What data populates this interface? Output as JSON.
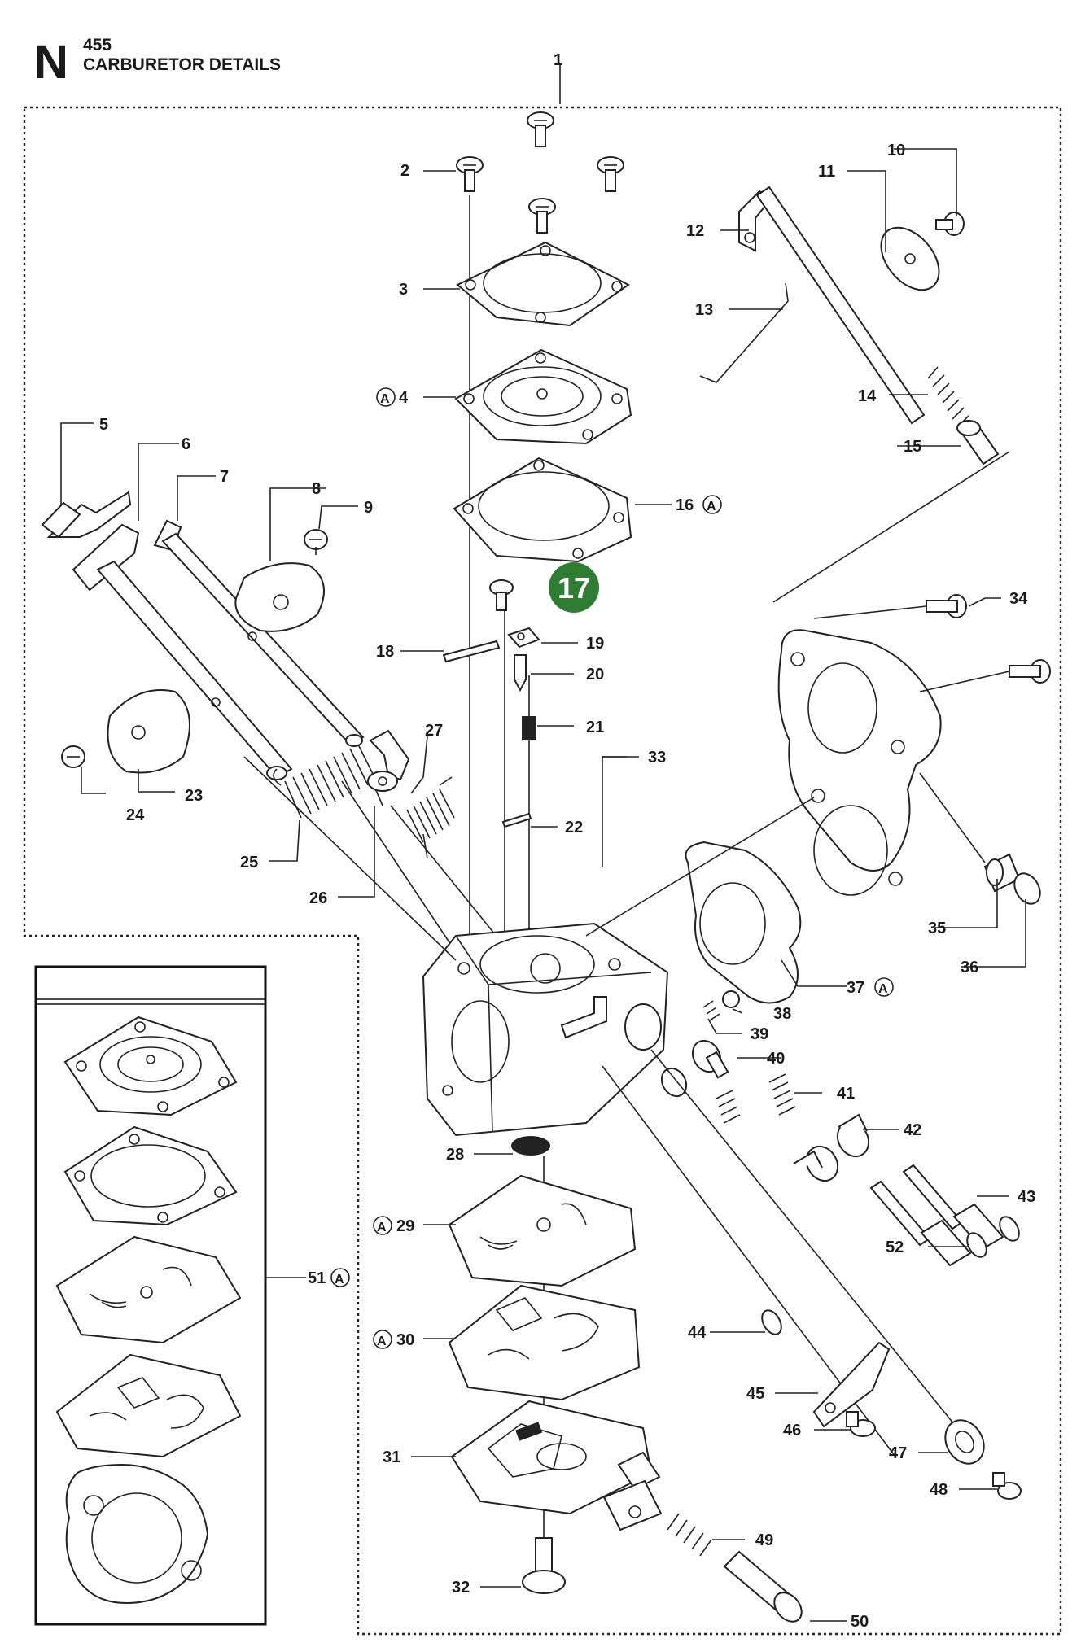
{
  "header": {
    "section_letter": "N",
    "model": "455",
    "title": "CARBURETOR DETAILS"
  },
  "highlight": {
    "number": "17",
    "color": "#2e7d32"
  },
  "circle_mark": "A",
  "callouts": [
    {
      "id": "1",
      "text": "1"
    },
    {
      "id": "2",
      "text": "2"
    },
    {
      "id": "3",
      "text": "3"
    },
    {
      "id": "4",
      "text": "4"
    },
    {
      "id": "5",
      "text": "5"
    },
    {
      "id": "6",
      "text": "6"
    },
    {
      "id": "7",
      "text": "7"
    },
    {
      "id": "8",
      "text": "8"
    },
    {
      "id": "9",
      "text": "9"
    },
    {
      "id": "10",
      "text": "10"
    },
    {
      "id": "11",
      "text": "11"
    },
    {
      "id": "12",
      "text": "12"
    },
    {
      "id": "13",
      "text": "13"
    },
    {
      "id": "14",
      "text": "14"
    },
    {
      "id": "15",
      "text": "15"
    },
    {
      "id": "16",
      "text": "16"
    },
    {
      "id": "18",
      "text": "18"
    },
    {
      "id": "19",
      "text": "19"
    },
    {
      "id": "20",
      "text": "20"
    },
    {
      "id": "21",
      "text": "21"
    },
    {
      "id": "22",
      "text": "22"
    },
    {
      "id": "23",
      "text": "23"
    },
    {
      "id": "24",
      "text": "24"
    },
    {
      "id": "25",
      "text": "25"
    },
    {
      "id": "26",
      "text": "26"
    },
    {
      "id": "27",
      "text": "27"
    },
    {
      "id": "28",
      "text": "28"
    },
    {
      "id": "29",
      "text": "29"
    },
    {
      "id": "30",
      "text": "30"
    },
    {
      "id": "31",
      "text": "31"
    },
    {
      "id": "32",
      "text": "32"
    },
    {
      "id": "33",
      "text": "33"
    },
    {
      "id": "34",
      "text": "34"
    },
    {
      "id": "35",
      "text": "35"
    },
    {
      "id": "36",
      "text": "36"
    },
    {
      "id": "37",
      "text": "37"
    },
    {
      "id": "38",
      "text": "38"
    },
    {
      "id": "39",
      "text": "39"
    },
    {
      "id": "40",
      "text": "40"
    },
    {
      "id": "41",
      "text": "41"
    },
    {
      "id": "42",
      "text": "42"
    },
    {
      "id": "43",
      "text": "43"
    },
    {
      "id": "44",
      "text": "44"
    },
    {
      "id": "45",
      "text": "45"
    },
    {
      "id": "46",
      "text": "46"
    },
    {
      "id": "47",
      "text": "47"
    },
    {
      "id": "48",
      "text": "48"
    },
    {
      "id": "49",
      "text": "49"
    },
    {
      "id": "50",
      "text": "50"
    },
    {
      "id": "51",
      "text": "51"
    },
    {
      "id": "52",
      "text": "52"
    }
  ],
  "a_marked": [
    "4",
    "16",
    "29",
    "30",
    "37",
    "51"
  ]
}
